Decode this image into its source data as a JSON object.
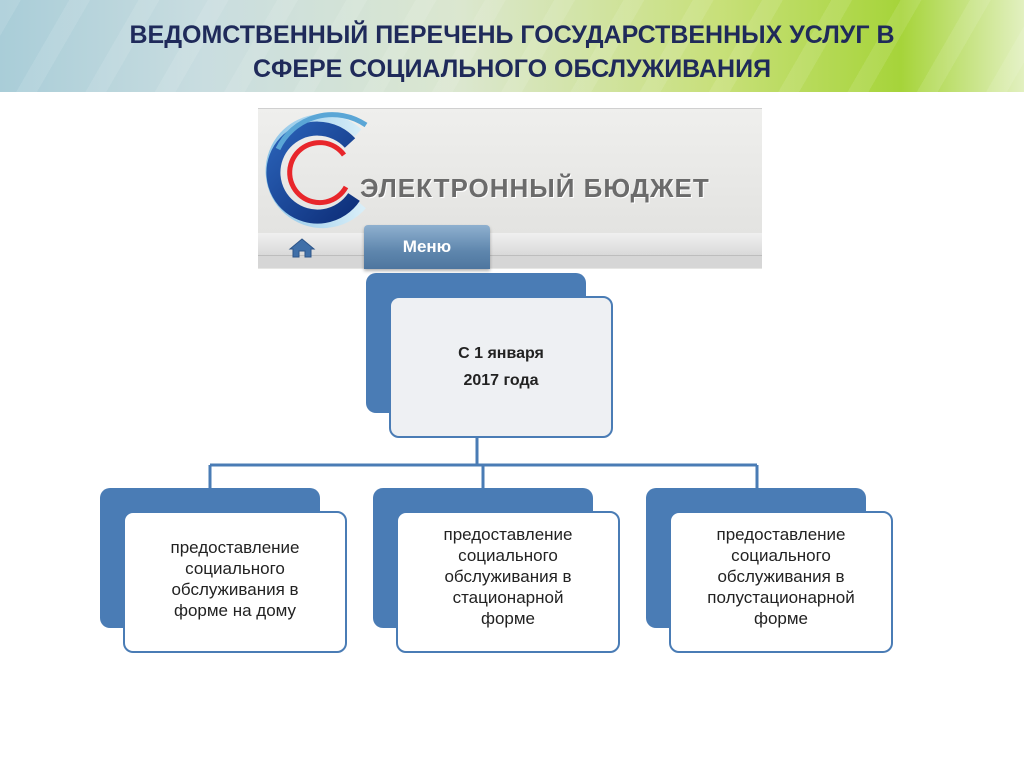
{
  "header": {
    "title_line1": "ВЕДОМСТВЕННЫЙ ПЕРЕЧЕНЬ ГОСУДАРСТВЕННЫХ УСЛУГ В",
    "title_line2": "СФЕРЕ СОЦИАЛЬНОГО ОБСЛУЖИВАНИЯ"
  },
  "logo": {
    "name": "ЭЛЕКТРОННЫЙ БЮДЖЕТ",
    "menu_label": "Меню",
    "icon": "home-icon"
  },
  "diagram": {
    "root": {
      "line1": "С 1 января",
      "line2": "2017 года"
    },
    "children": [
      {
        "lines": [
          "предоставление",
          "социального",
          "обслуживания в",
          "форме на дому"
        ]
      },
      {
        "lines": [
          "предоставление",
          "социального",
          "обслуживания в",
          "стационарной",
          "форме"
        ]
      },
      {
        "lines": [
          "предоставление",
          "социального",
          "обслуживания в",
          "полустационарной",
          "форме"
        ]
      }
    ]
  },
  "colors": {
    "accent": "#4a7cb5",
    "title": "#1f2a5a",
    "connector": "#4a7cb5"
  }
}
